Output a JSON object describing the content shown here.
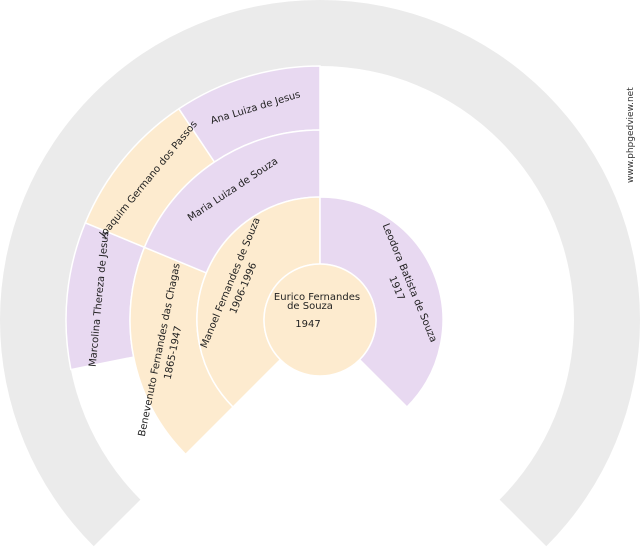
{
  "colors": {
    "background_ring": "#ebebeb",
    "female": "#e8d9f1",
    "male": "#fdebcf",
    "separator": "#ffffff"
  },
  "watermark": "www.phpgedview.net",
  "root": {
    "name_line1": "Eurico Fernandes",
    "name_line2": "de Souza",
    "years": "1947"
  },
  "ancestors": [
    {
      "key": "father",
      "name": "Manoel Fernandes de Souza",
      "years": "1906-1996",
      "sex": "male"
    },
    {
      "key": "mother",
      "name": "Leodora Batista de Souza",
      "years": "1917",
      "sex": "female"
    },
    {
      "key": "paternal-grandfather",
      "name": "Benevenuto Fernandes das Chagas",
      "years": "1865-1947",
      "sex": "male"
    },
    {
      "key": "paternal-grandmother",
      "name": "Maria Luiza de Souza",
      "years": "",
      "sex": "female"
    },
    {
      "key": "great-grandmother-1",
      "name": "Marcolina Thereza de Jesus",
      "years": "",
      "sex": "female"
    },
    {
      "key": "great-grandfather-2",
      "name": "Joaquim Germano dos Passos",
      "years": "",
      "sex": "male"
    },
    {
      "key": "great-grandmother-2",
      "name": "Ana Luiza de Jesus",
      "years": "",
      "sex": "female"
    }
  ]
}
